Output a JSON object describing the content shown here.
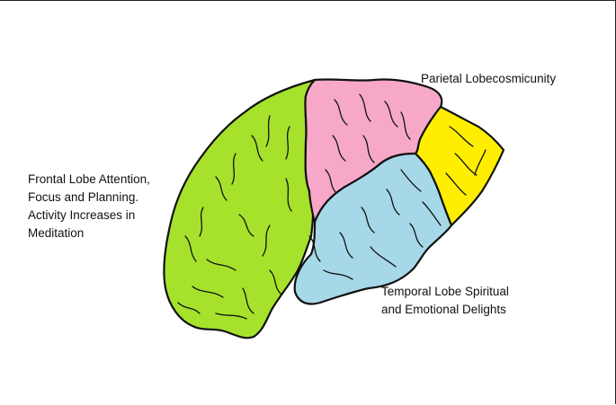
{
  "diagram": {
    "labels": {
      "parietal": [
        "Parietal Lobecosmicunity"
      ],
      "frontal": [
        "Frontal Lobe Attention,",
        "Focus and Planning.",
        "Activity Increases in",
        "Meditation"
      ],
      "temporal": [
        "Temporal Lobe Spiritual",
        "and Emotional Delights"
      ]
    },
    "colors": {
      "frontal_lobe": "#a6e22c",
      "parietal_lobe": "#f7a8c8",
      "occipital_lobe": "#ffee00",
      "temporal_lobe": "#a6d8e8",
      "outline": "#111111"
    }
  }
}
